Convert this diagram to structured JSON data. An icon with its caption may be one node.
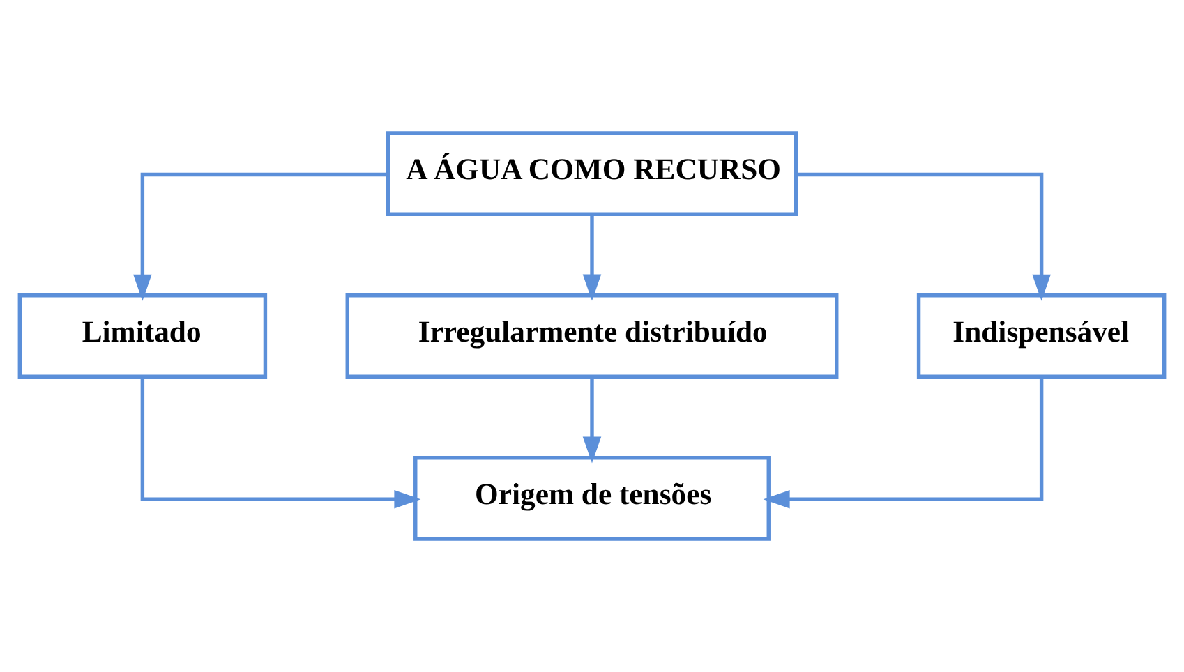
{
  "diagram": {
    "nodes": [
      {
        "text": [
          "A ÁGUA COMO RECURSO"
        ]
      },
      {
        "text": [
          "Limitado"
        ]
      },
      {
        "text": [
          "Indispensável"
        ]
      },
      {
        "text": [
          "Irregularmente distribuído"
        ]
      },
      {
        "text": [
          "Origem de tensões"
        ]
      }
    ],
    "edges": [
      {
        "from": 0,
        "to": 1,
        "arrow": "to"
      },
      {
        "from": 0,
        "to": 3,
        "arrow": "to"
      },
      {
        "from": 0,
        "to": 2,
        "arrow": "to"
      },
      {
        "from": 1,
        "to": 4,
        "arrow": "to"
      },
      {
        "from": 3,
        "to": 4,
        "arrow": "to"
      },
      {
        "from": 2,
        "to": 4,
        "arrow": "to"
      }
    ]
  }
}
